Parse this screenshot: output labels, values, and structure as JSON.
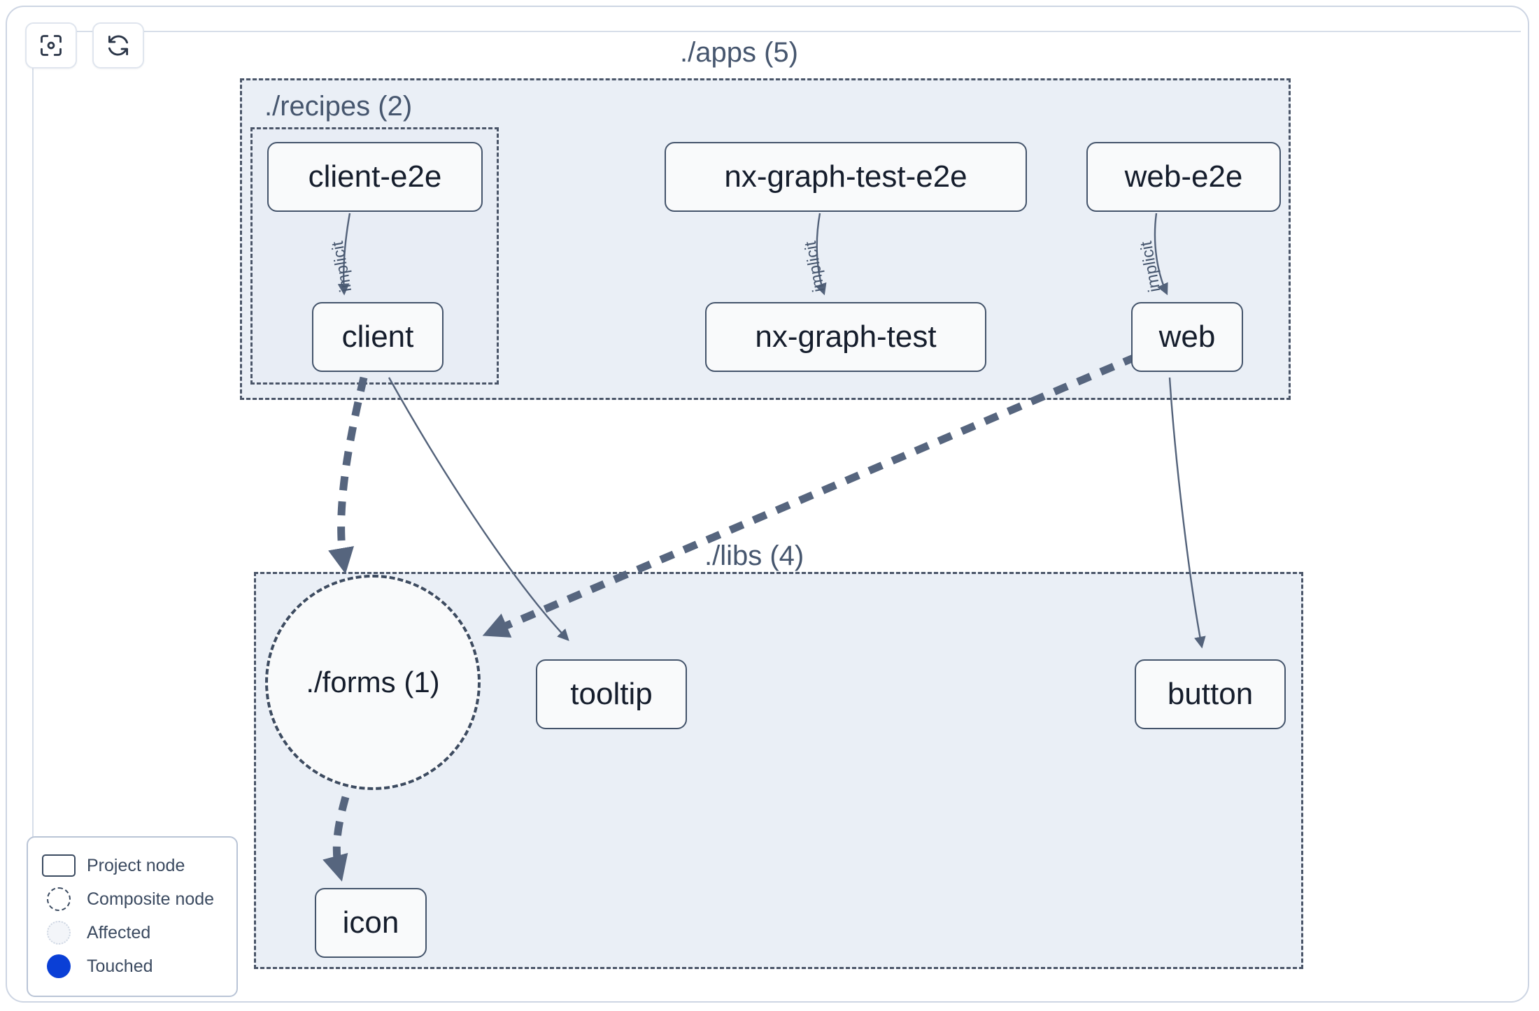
{
  "toolbar": {
    "buttons": [
      {
        "name": "focus-graph-button",
        "icon": "viewfinder-icon",
        "title": "Focus graph"
      },
      {
        "name": "refresh-graph-button",
        "icon": "refresh-icon",
        "title": "Refresh graph"
      }
    ]
  },
  "graph": {
    "groups": [
      {
        "id": "apps",
        "label": "./apps (5)"
      },
      {
        "id": "recipes",
        "label": "./recipes (2)"
      },
      {
        "id": "libs",
        "label": "./libs (4)"
      }
    ],
    "nodes": [
      {
        "id": "client-e2e",
        "label": "client-e2e",
        "type": "project"
      },
      {
        "id": "nx-graph-test-e2e",
        "label": "nx-graph-test-e2e",
        "type": "project"
      },
      {
        "id": "web-e2e",
        "label": "web-e2e",
        "type": "project"
      },
      {
        "id": "client",
        "label": "client",
        "type": "project"
      },
      {
        "id": "nx-graph-test",
        "label": "nx-graph-test",
        "type": "project"
      },
      {
        "id": "web",
        "label": "web",
        "type": "project"
      },
      {
        "id": "forms",
        "label": "./forms (1)",
        "type": "composite"
      },
      {
        "id": "tooltip",
        "label": "tooltip",
        "type": "project"
      },
      {
        "id": "button",
        "label": "button",
        "type": "project"
      },
      {
        "id": "icon",
        "label": "icon",
        "type": "project"
      }
    ],
    "edges": [
      {
        "from": "client-e2e",
        "to": "client",
        "label": "implicit",
        "style": "solid"
      },
      {
        "from": "nx-graph-test-e2e",
        "to": "nx-graph-test",
        "label": "implicit",
        "style": "solid"
      },
      {
        "from": "web-e2e",
        "to": "web",
        "label": "implicit",
        "style": "solid"
      },
      {
        "from": "client",
        "to": "forms",
        "label": "",
        "style": "dashed"
      },
      {
        "from": "client",
        "to": "tooltip",
        "label": "",
        "style": "solid"
      },
      {
        "from": "web",
        "to": "forms",
        "label": "",
        "style": "dashed"
      },
      {
        "from": "web",
        "to": "button",
        "label": "",
        "style": "solid"
      },
      {
        "from": "forms",
        "to": "icon",
        "label": "",
        "style": "dashed"
      }
    ],
    "edge_labels": {
      "implicit_1": "implicit",
      "implicit_2": "implicit",
      "implicit_3": "implicit"
    }
  },
  "legend": {
    "items": [
      {
        "swatch": "project-node-swatch",
        "label": "Project node"
      },
      {
        "swatch": "composite-node-swatch",
        "label": "Composite node"
      },
      {
        "swatch": "affected-swatch",
        "label": "Affected"
      },
      {
        "swatch": "touched-swatch",
        "label": "Touched"
      }
    ]
  },
  "colors": {
    "group_fill": "#eaeff6",
    "group_border": "#4a5568",
    "node_border": "#44546b",
    "node_fill": "#f9fafb",
    "edge": "#56657e",
    "touched": "#0a3fd6",
    "text": "#151d2c"
  }
}
